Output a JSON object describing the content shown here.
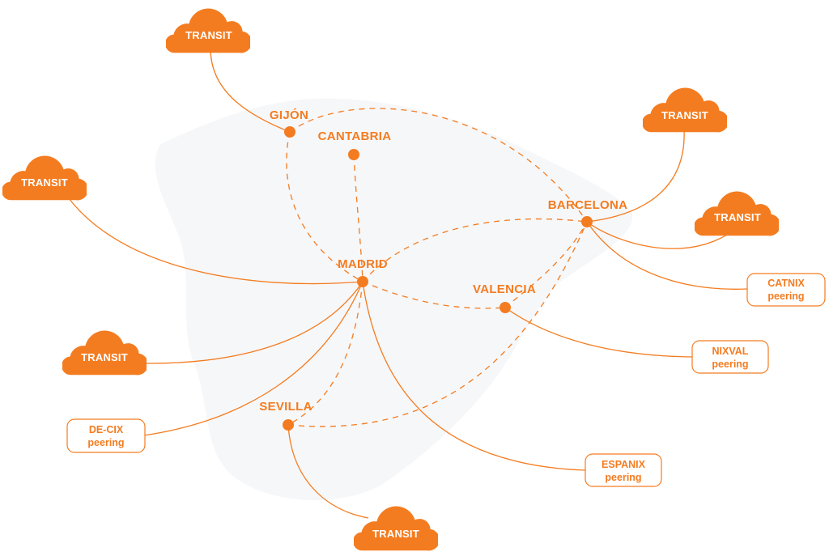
{
  "colors": {
    "accent": "#f47c20",
    "map_background": "#f6f7f9",
    "page": "#ffffff"
  },
  "nodes": {
    "gijon": "GIJÓN",
    "cantabria": "CANTABRIA",
    "barcelona": "BARCELONA",
    "madrid": "MADRID",
    "valencia": "VALENCIA",
    "sevilla": "SEVILLA"
  },
  "transit_clouds": [
    {
      "id": "top",
      "label": "TRANSIT",
      "connected_to": "GIJÓN"
    },
    {
      "id": "upper-right",
      "label": "TRANSIT",
      "connected_to": "BARCELONA"
    },
    {
      "id": "right",
      "label": "TRANSIT",
      "connected_to": "BARCELONA"
    },
    {
      "id": "left",
      "label": "TRANSIT",
      "connected_to": "MADRID"
    },
    {
      "id": "lower-left",
      "label": "TRANSIT",
      "connected_to": "MADRID"
    },
    {
      "id": "bottom",
      "label": "TRANSIT",
      "connected_to": "SEVILLA"
    }
  ],
  "peering_points": [
    {
      "id": "catnix",
      "name": "CATNIX",
      "type": "peering",
      "connected_to": "BARCELONA"
    },
    {
      "id": "nixval",
      "name": "NIXVAL",
      "type": "peering",
      "connected_to": "VALENCIA"
    },
    {
      "id": "decix",
      "name": "DE-CIX",
      "type": "peering",
      "connected_to": "MADRID"
    },
    {
      "id": "espanix",
      "name": "ESPANIX",
      "type": "peering",
      "connected_to": "MADRID"
    }
  ],
  "backbone_links": [
    [
      "GIJÓN",
      "MADRID"
    ],
    [
      "GIJÓN",
      "BARCELONA"
    ],
    [
      "CANTABRIA",
      "MADRID"
    ],
    [
      "MADRID",
      "BARCELONA"
    ],
    [
      "MADRID",
      "VALENCIA"
    ],
    [
      "MADRID",
      "SEVILLA"
    ],
    [
      "VALENCIA",
      "BARCELONA"
    ],
    [
      "SEVILLA",
      "BARCELONA"
    ]
  ]
}
